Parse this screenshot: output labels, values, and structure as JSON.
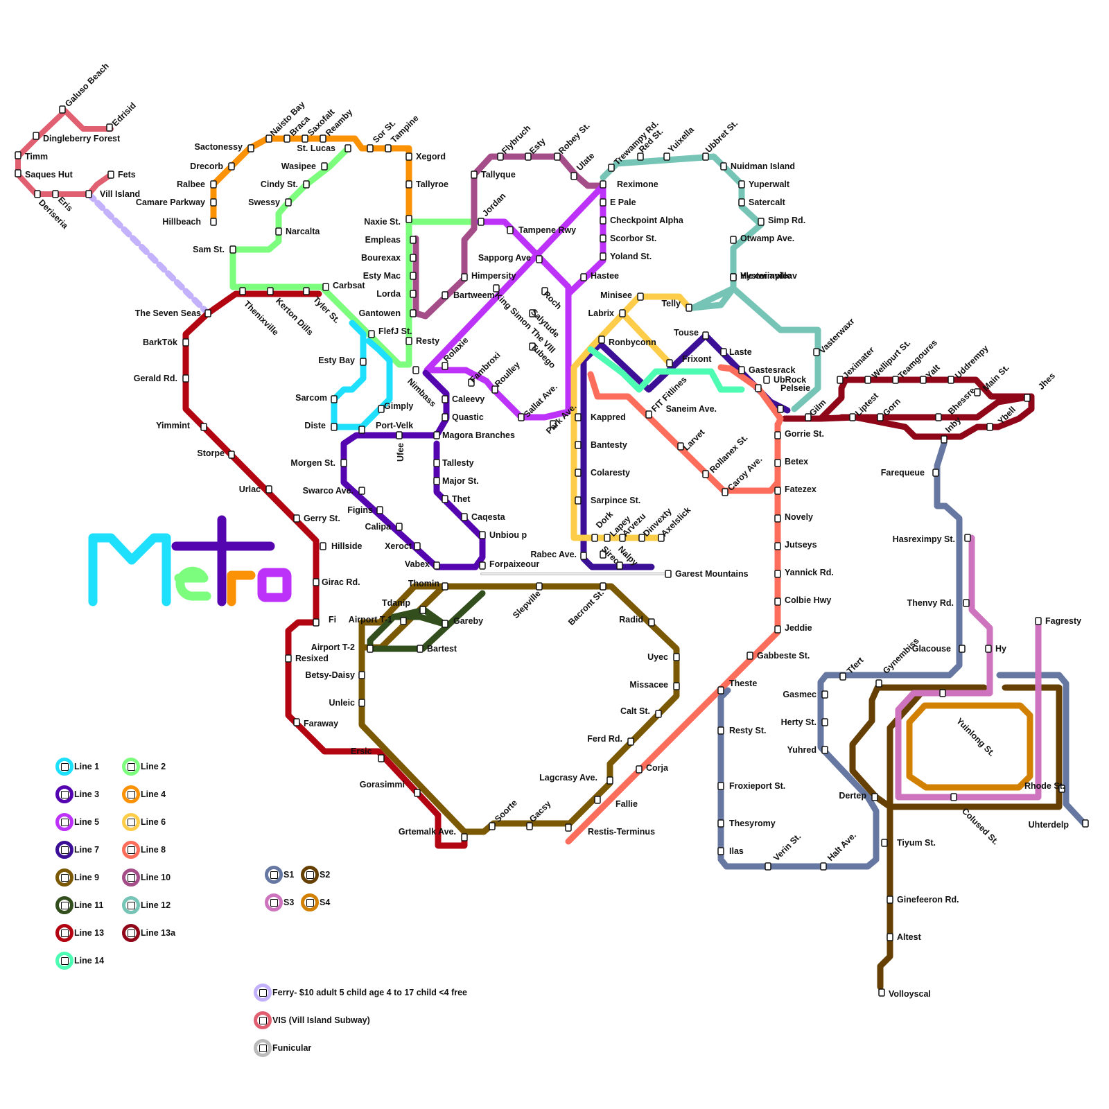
{
  "colors": {
    "line1": "#1ee0fd",
    "line2": "#7dfd7d",
    "line3": "#5505b0",
    "line4": "#fb9105",
    "line5": "#bd32f9",
    "line6": "#fdcd4a",
    "line7": "#3c1096",
    "line8": "#fd6d5b",
    "line9": "#7a5804",
    "line10": "#a54d88",
    "line11": "#314e1c",
    "line12": "#75c4b6",
    "line13": "#b20511",
    "line13a": "#8e0618",
    "line14": "#4dfbb3",
    "s1": "#6677a1",
    "s2": "#653f04",
    "s3": "#ce74bf",
    "s4": "#d28002",
    "ferry": "#c4b1fb",
    "vis": "#e05f71",
    "funicular": "#bbbbbb"
  },
  "logo": {
    "text": "Metro"
  },
  "legend": [
    {
      "label": "Line 1",
      "color": "#1ee0fd"
    },
    {
      "label": "Line 2",
      "color": "#7dfd7d"
    },
    {
      "label": "Line 3",
      "color": "#5505b0"
    },
    {
      "label": "Line 4",
      "color": "#fb9105"
    },
    {
      "label": "Line 5",
      "color": "#bd32f9"
    },
    {
      "label": "Line 6",
      "color": "#fdcd4a"
    },
    {
      "label": "Line 7",
      "color": "#3c1096"
    },
    {
      "label": "Line 8",
      "color": "#fd6d5b"
    },
    {
      "label": "Line 9",
      "color": "#7a5804"
    },
    {
      "label": "Line 10",
      "color": "#a54d88"
    },
    {
      "label": "Line 11",
      "color": "#314e1c"
    },
    {
      "label": "Line 12",
      "color": "#75c4b6"
    },
    {
      "label": "Line 13",
      "color": "#b20511"
    },
    {
      "label": "Line 13a",
      "color": "#8e0618"
    },
    {
      "label": "Line 14",
      "color": "#4dfbb3"
    },
    {
      "label": "S1",
      "color": "#6677a1"
    },
    {
      "label": "S2",
      "color": "#653f04"
    },
    {
      "label": "S3",
      "color": "#ce74bf"
    },
    {
      "label": "S4",
      "color": "#d28002"
    },
    {
      "label": "Ferry- $10 adult 5 child age 4 to 17 child <4 free",
      "color": "#c4b1fb"
    },
    {
      "label": "VIS (Vill Island Subway)",
      "color": "#e05f71"
    },
    {
      "label": "Funicular",
      "color": "#bbbbbb"
    }
  ],
  "stations": [
    "Galuso Beach",
    "Edrisid",
    "Dingleberry Forest",
    "Timm",
    "Saques Hut",
    "Fets",
    "Vill Island",
    "Deriseria",
    "Eris",
    "Sactonessy",
    "Naisto Bay",
    "Braca",
    "Saxofalt",
    "Reamby",
    "Sor St.",
    "Tampine",
    "St. Lucas",
    "Xegord",
    "Drecorb",
    "Wasipee",
    "Ralbee",
    "Cindy St.",
    "Tallyroe",
    "Camare Parkway",
    "Swessy",
    "Hillbeach",
    "Narcalta",
    "Naxie St.",
    "Sam St.",
    "Empleas",
    "Bourexax",
    "Esty Mac",
    "Lorda",
    "Gantowen",
    "Resty",
    "Carbsat",
    "Thenixville",
    "Kerton Dills",
    "Tyler St.",
    "The Seven Seas",
    "FlefJ St.",
    "BarkTök",
    "Esty Bay",
    "Gerald Rd.",
    "Sarcom",
    "Gimply",
    "Diste",
    "Port-Velk",
    "Ufee",
    "Yimmint",
    "Storpe",
    "Urlac",
    "Gerry St.",
    "Hillside",
    "Girac Rd.",
    "Fi",
    "Resixed",
    "Faraway",
    "Ersic",
    "Flybruch",
    "Esty",
    "Robey St.",
    "Trewampy Rd.",
    "Red St.",
    "Yuixella",
    "Ubbret St.",
    "Tallyque",
    "Ulate",
    "Reximone",
    "Nuidman Island",
    "Jordan",
    "Yuperwalt",
    "E Pale",
    "Satercalt",
    "Tampene Rwy",
    "Checkpoint Alpha",
    "Simp Rd.",
    "Scorbor St.",
    "Otwamp Ave.",
    "Sapporg Ave",
    "Yoland St.",
    "Ylexwimpleav",
    "Himpersity",
    "Hastee",
    "Hysteriaville",
    "Bartweem",
    "King Simon The VIII",
    "Minisee",
    "Roch",
    "Salytude",
    "Telly",
    "Labrix",
    "Tubego",
    "Ronbyconn",
    "Touse",
    "Laste",
    "Vasterwaxr",
    "Frixont",
    "Gastesrack",
    "UbRock",
    "Pelseie",
    "FIT Fitlines",
    "Saneim Ave.",
    "Rolaxie",
    "Fambroxi",
    "Nimbass",
    "Roulley",
    "Caleevy",
    "Sallat Ave.",
    "Quastic",
    "Park Ave.",
    "Kappred",
    "Magora Branches",
    "Bantesty",
    "Larvet",
    "Morgen St.",
    "Tallesty",
    "Rollanex St.",
    "Major St.",
    "Colaresty",
    "Swarco Ave.",
    "Caroy Ave.",
    "Thet",
    "Sarpince St.",
    "Figins",
    "Calipa",
    "Caqesta",
    "Dork",
    "Lapey",
    "Arvezu",
    "Dinvexty",
    "Axelslick",
    "Unbiou p",
    "Xeroct",
    "Rabec Ave.",
    "Sirec",
    "Nalpy",
    "Vabex",
    "Forpaixeour",
    "Garest Mountains",
    "Thomin",
    "Slepville",
    "Bacront St.",
    "Tdanip",
    "Radid",
    "Airport T-1",
    "Gareby",
    "Bartest",
    "Airport T-2",
    "Uyec",
    "Betsy-Daisy",
    "Missacee",
    "Unleic",
    "Calt St.",
    "Ferd Rd.",
    "Gorasimmi",
    "Lagcrasy Ave.",
    "Corja",
    "Fallie",
    "Soorte",
    "Gacsy",
    "Grtemalk Ave.",
    "Restis-Terminus",
    "Gorrie St.",
    "Betex",
    "Fatezex",
    "Novely",
    "Jutseys",
    "Yannick Rd.",
    "Colbie Hwy",
    "Jeddie",
    "Gabbeste St.",
    "Theste",
    "Resty St.",
    "Froxieport St.",
    "Thesyromy",
    "Ilas",
    "Verin St.",
    "Halt Ave.",
    "Gilm",
    "Jeximater",
    "Wellipurt St.",
    "Teamgoures",
    "Yalt",
    "Uddrempy",
    "Main St.",
    "Jhes",
    "Liptest",
    "Gorn",
    "Bhessre",
    "Inby",
    "Ybell",
    "Farequeue",
    "Hasreximpy St.",
    "Thenvy Rd.",
    "Fagresty",
    "Glacouse",
    "Hy",
    "Tfert",
    "Gynembiss",
    "Gasmec",
    "Herty St.",
    "Yuhred",
    "Yuinlong St.",
    "Dertep",
    "Rhode St.",
    "Colused St.",
    "Uhterdelp",
    "Tiyum St.",
    "Ginefeeron Rd.",
    "Altest",
    "Volloyscal"
  ]
}
